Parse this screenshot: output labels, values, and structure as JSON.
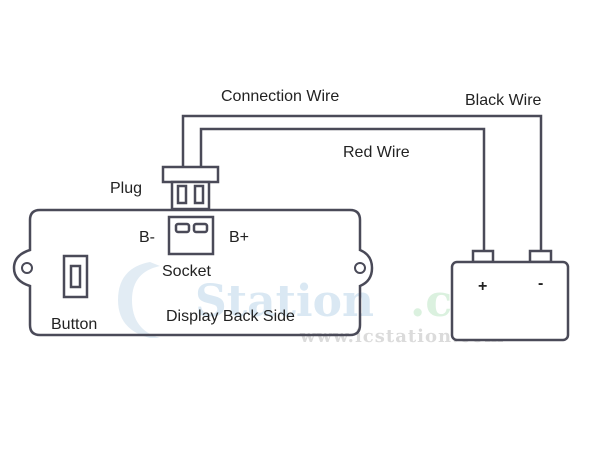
{
  "diagram": {
    "labels": {
      "connection_wire": "Connection Wire",
      "black_wire": "Black Wire",
      "red_wire": "Red Wire",
      "plug": "Plug",
      "b_minus": "B-",
      "b_plus": "B+",
      "socket": "Socket",
      "button": "Button",
      "display_back_side": "Display Back Side",
      "battery_plus": "+",
      "battery_minus": "-"
    },
    "watermark": {
      "logo_text": "Station",
      "logo_suffix": ".com",
      "url": "www.icstation.com"
    },
    "colors": {
      "stroke": "#4a4a58",
      "text": "#222222",
      "watermark_blue": "#d6e6f2",
      "watermark_green": "#d8f0dc",
      "watermark_gray": "#d8d8d8"
    }
  }
}
